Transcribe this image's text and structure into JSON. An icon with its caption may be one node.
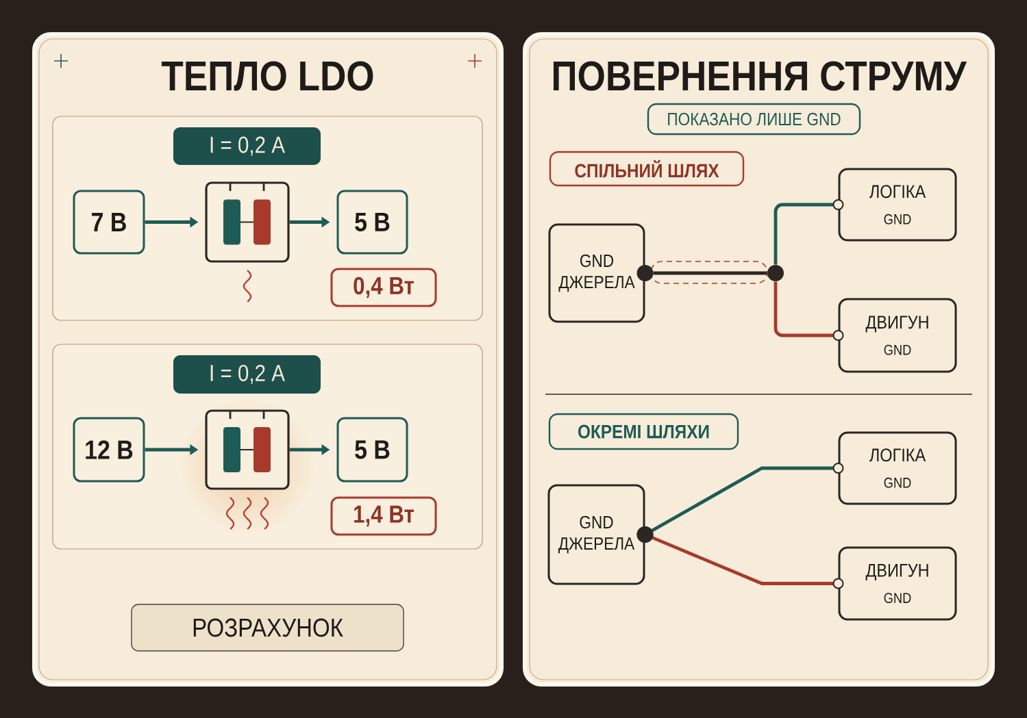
{
  "diagram": {
    "nodes": [
      {
        "text": [
          "ТЕПЛО LDO"
        ]
      },
      {
        "text": [],
        "shape": "box",
        "in": 0
      },
      {
        "text": [
          "I = 0,2 А"
        ],
        "in": 1
      },
      {
        "text": [
          "7 В"
        ],
        "in": 1
      },
      {
        "text": [],
        "shape": "box",
        "in": 1
      },
      {
        "text": [
          "5 В"
        ],
        "in": 1
      },
      {
        "text": [
          "0,4 Вт"
        ],
        "in": 1
      },
      {
        "text": [],
        "shape": "box",
        "in": 0
      },
      {
        "text": [
          "I = 0,2 А"
        ],
        "in": 7
      },
      {
        "text": [
          "12 В"
        ],
        "in": 7
      },
      {
        "text": [],
        "shape": "box",
        "in": 7
      },
      {
        "text": [
          "5 В"
        ],
        "in": 7
      },
      {
        "text": [
          "1,4 Вт"
        ],
        "in": 7
      },
      {
        "text": [
          "РОЗРАХУНОК"
        ],
        "in": 0
      },
      {
        "text": [
          "ПОВЕРНЕННЯ СТРУМУ"
        ]
      },
      {
        "text": [
          "ПОКАЗАНО ЛИШЕ GND"
        ],
        "in": 14
      },
      {
        "text": [
          "СПІЛЬНИЙ ШЛЯХ"
        ],
        "in": 14
      },
      {
        "text": [
          "GND ДЖЕРЕЛА"
        ],
        "in": 14
      },
      {
        "text": [],
        "shape": "circle",
        "in": 14
      },
      {
        "text": [
          "ЛОГІКА",
          "GND"
        ],
        "in": 14
      },
      {
        "text": [
          "ДВИГУН",
          "GND"
        ],
        "in": 14
      },
      {
        "text": [
          "ОКРЕМІ ШЛЯХИ"
        ],
        "in": 14
      },
      {
        "text": [
          "GND ДЖЕРЕЛА"
        ],
        "in": 14
      },
      {
        "text": [
          "ЛОГІКА",
          "GND"
        ],
        "in": 14
      },
      {
        "text": [
          "ДВИГУН",
          "GND"
        ],
        "in": 14
      }
    ],
    "edges": [
      {
        "from": 3,
        "to": 4,
        "arrow": "to"
      },
      {
        "from": 4,
        "to": 5,
        "arrow": "to"
      },
      {
        "from": 9,
        "to": 10,
        "arrow": "to"
      },
      {
        "from": 10,
        "to": 11,
        "arrow": "to"
      },
      {
        "from": 17,
        "to": 18,
        "arrow": "other",
        "color": "#2c2723"
      },
      {
        "from": 18,
        "to": 19,
        "arrow": "other"
      },
      {
        "from": 18,
        "to": 20,
        "arrow": "other",
        "color": "#a83a2c"
      },
      {
        "from": 22,
        "to": 23,
        "arrow": "other"
      },
      {
        "from": 22,
        "to": 24,
        "arrow": "other",
        "color": "#a83a2c"
      }
    ]
  }
}
